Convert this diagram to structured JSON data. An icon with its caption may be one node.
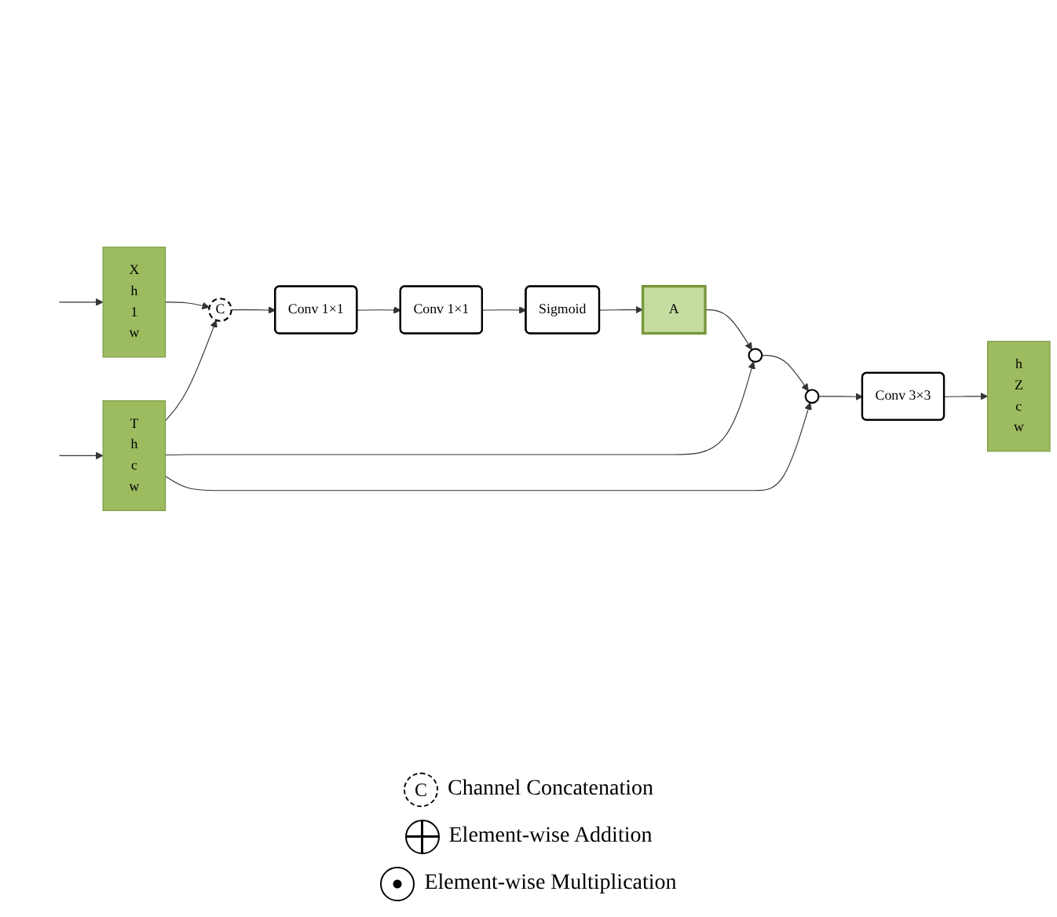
{
  "diagram": {
    "nodes": [
      {
        "text": [
          "X",
          "h",
          "1",
          "w"
        ]
      },
      {
        "text": [
          "C"
        ]
      },
      {
        "text": [
          "Conv 1×1"
        ]
      },
      {
        "text": [
          "Conv 1×1"
        ]
      },
      {
        "text": [
          "Sigmoid"
        ]
      },
      {
        "text": [
          "A"
        ]
      },
      {
        "text": [
          "T",
          "h",
          "c",
          "w"
        ]
      },
      {
        "text": [],
        "shape": "circle"
      },
      {
        "text": [],
        "shape": "circle"
      },
      {
        "text": [
          "Conv 3×3"
        ]
      },
      {
        "text": [
          "h",
          "Z",
          "c",
          "w"
        ]
      }
    ],
    "edges": [
      {
        "from": null,
        "to": 0,
        "arrow": "to"
      },
      {
        "from": 0,
        "to": 1,
        "arrow": "to"
      },
      {
        "from": 6,
        "to": 1,
        "arrow": "to"
      },
      {
        "from": 1,
        "to": 2,
        "arrow": "to"
      },
      {
        "from": 2,
        "to": 3,
        "arrow": "to"
      },
      {
        "from": 3,
        "to": 4,
        "arrow": "to"
      },
      {
        "from": 4,
        "to": 5,
        "arrow": "to"
      },
      {
        "from": null,
        "to": 6,
        "arrow": "to"
      },
      {
        "from": 6,
        "to": 7,
        "arrow": "to"
      },
      {
        "from": 5,
        "to": 7,
        "arrow": "to"
      },
      {
        "from": 7,
        "to": 8,
        "arrow": "to"
      },
      {
        "from": 6,
        "to": 8,
        "arrow": "to"
      },
      {
        "from": 8,
        "to": 9,
        "arrow": "to"
      },
      {
        "from": 9,
        "to": 10,
        "arrow": "to"
      }
    ],
    "labels": [
      "C"
    ],
    "legend": [
      {
        "text": "Channel Concatenation"
      },
      {
        "text": "Element-wise Addition"
      },
      {
        "text": "Element-wise Multiplication"
      }
    ]
  }
}
